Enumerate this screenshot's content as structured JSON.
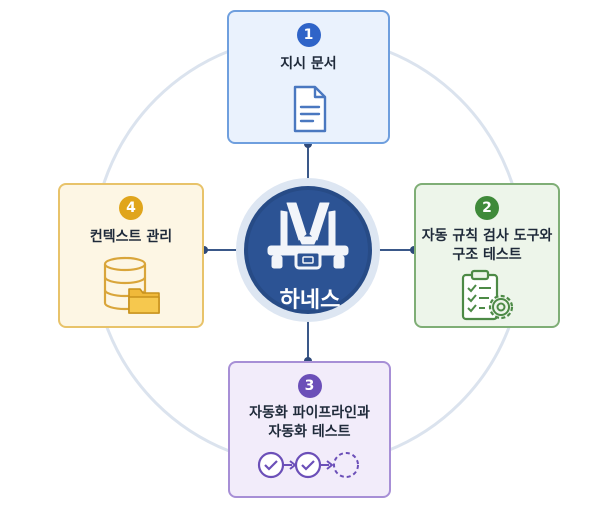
{
  "hub": {
    "label": "하네스",
    "icon": "harness-icon"
  },
  "steps": [
    {
      "number": "1",
      "lines": [
        "지시 문서"
      ],
      "icon": "document-icon",
      "accent": "#2f64c8"
    },
    {
      "number": "2",
      "lines": [
        "자동 규칙 검사 도구와",
        "구조 테스트"
      ],
      "icon": "clipboard-checklist-gear-icon",
      "accent": "#3f8a3a"
    },
    {
      "number": "3",
      "lines": [
        "자동화 파이프라인과",
        "자동화 테스트"
      ],
      "icon": "pipeline-check-icon",
      "accent": "#6b4fb8"
    },
    {
      "number": "4",
      "lines": [
        "컨텍스트 관리"
      ],
      "icon": "database-folder-icon",
      "accent": "#e0a51c"
    }
  ]
}
